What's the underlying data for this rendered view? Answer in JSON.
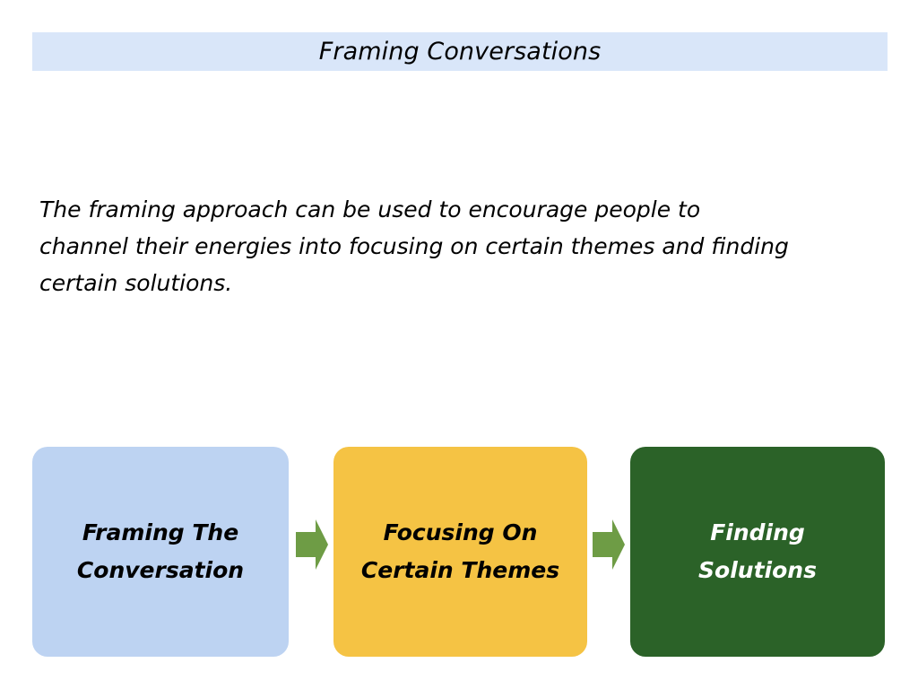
{
  "slide": {
    "title": "Framing Conversations",
    "title_band_color": "#d9e6f9",
    "background_color": "#ffffff"
  },
  "body": {
    "lines": [
      "The framing approach can be used to encourage people to",
      "channel their energies into focusing on certain themes and finding",
      "certain solutions."
    ],
    "full_text": "The framing approach can be used to encourage people to channel their energies into focusing on certain themes and finding certain solutions."
  },
  "process": {
    "boxes": [
      {
        "id": "framing-the-conversation",
        "line1": "Framing The",
        "line2": "Conversation",
        "fill_color": "#bdd3f2",
        "text_color": "#000000"
      },
      {
        "id": "focusing-on-certain-themes",
        "line1": "Focusing On",
        "line2": "Certain Themes",
        "fill_color": "#f5c344",
        "text_color": "#000000"
      },
      {
        "id": "finding-solutions",
        "line1": "Finding",
        "line2": "Solutions",
        "fill_color": "#2b6228",
        "text_color": "#ffffff"
      }
    ],
    "arrows": [
      {
        "id": "arrow-1",
        "direction": "right",
        "color": "#6e9c45"
      },
      {
        "id": "arrow-2",
        "direction": "right",
        "color": "#6e9c45"
      }
    ]
  }
}
